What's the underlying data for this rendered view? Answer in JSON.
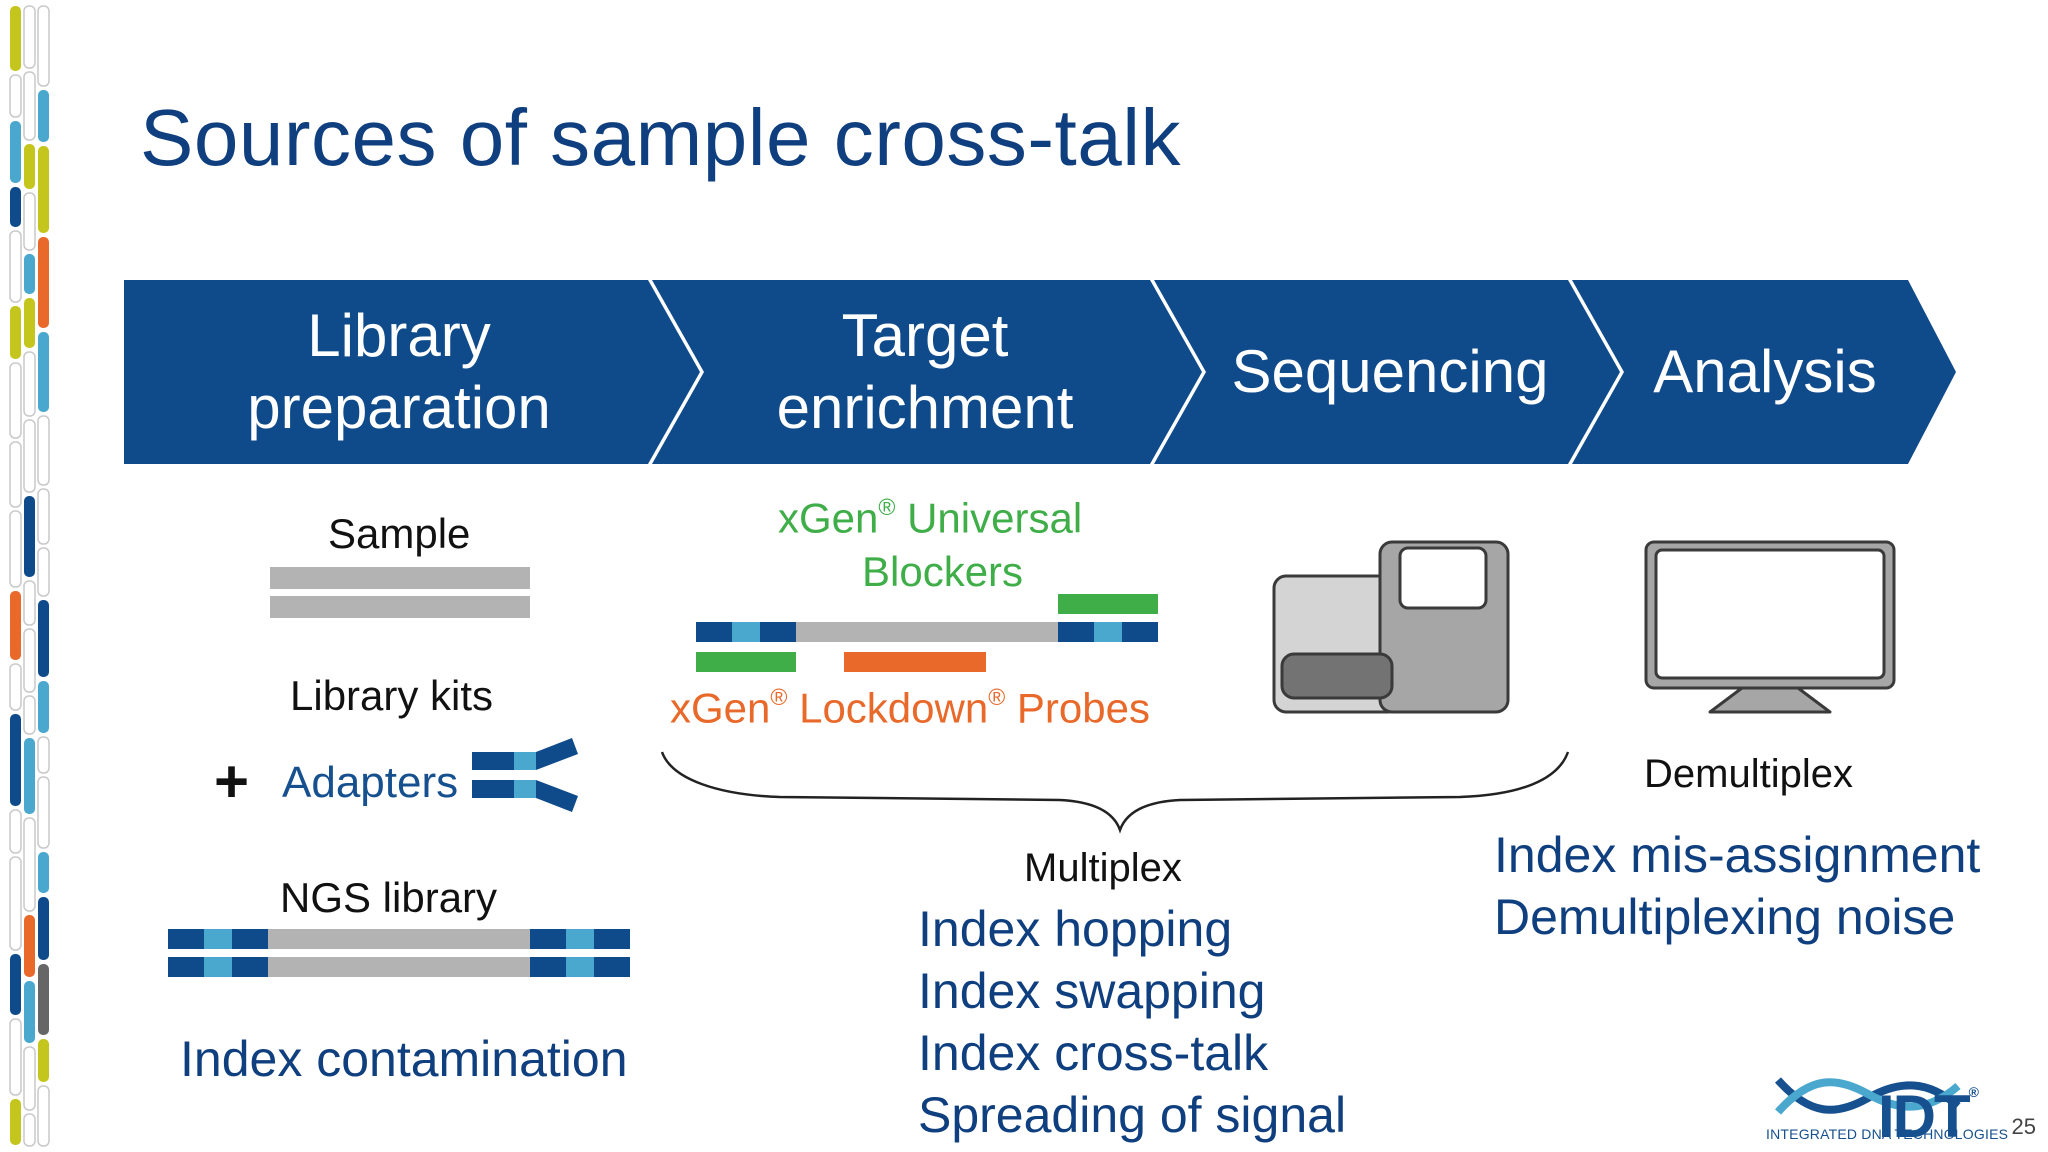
{
  "slide": {
    "title": "Sources of sample cross-talk",
    "page_number": "25"
  },
  "process": {
    "steps": [
      {
        "label": "Library preparation"
      },
      {
        "label": "Target enrichment"
      },
      {
        "label": "Sequencing"
      },
      {
        "label": "Analysis"
      }
    ]
  },
  "library_prep": {
    "sample_label": "Sample",
    "kits_label": "Library kits",
    "plus": "+",
    "adapters_label": "Adapters",
    "ngs_label": "NGS library",
    "issue": "Index contamination"
  },
  "enrichment": {
    "blockers_brand": "xGen",
    "blockers_mark": "®",
    "blockers_rest": " Universal",
    "blockers_line2": "Blockers",
    "probes_brand": "xGen",
    "probes_mark": "®",
    "probes_mid": " Lockdown",
    "probes_mark2": "®",
    "probes_rest": " Probes"
  },
  "multiplex": {
    "label": "Multiplex",
    "issues": [
      "Index hopping",
      "Index swapping",
      "Index cross-talk",
      "Spreading of signal"
    ]
  },
  "analysis": {
    "label": "Demultiplex",
    "issues": [
      "Index mis-assignment",
      "Demultiplexing noise"
    ]
  },
  "logo": {
    "mark": "IDT",
    "tm": "®",
    "tagline": "INTEGRATED DNA TECHNOLOGIES"
  },
  "colors": {
    "navy": "#0f4a8a",
    "dark_blue": "#0f3f7e",
    "light_blue": "#4aa8cf",
    "gray_strand": "#b3b3b3",
    "green": "#3fae49",
    "orange": "#e8692a"
  }
}
